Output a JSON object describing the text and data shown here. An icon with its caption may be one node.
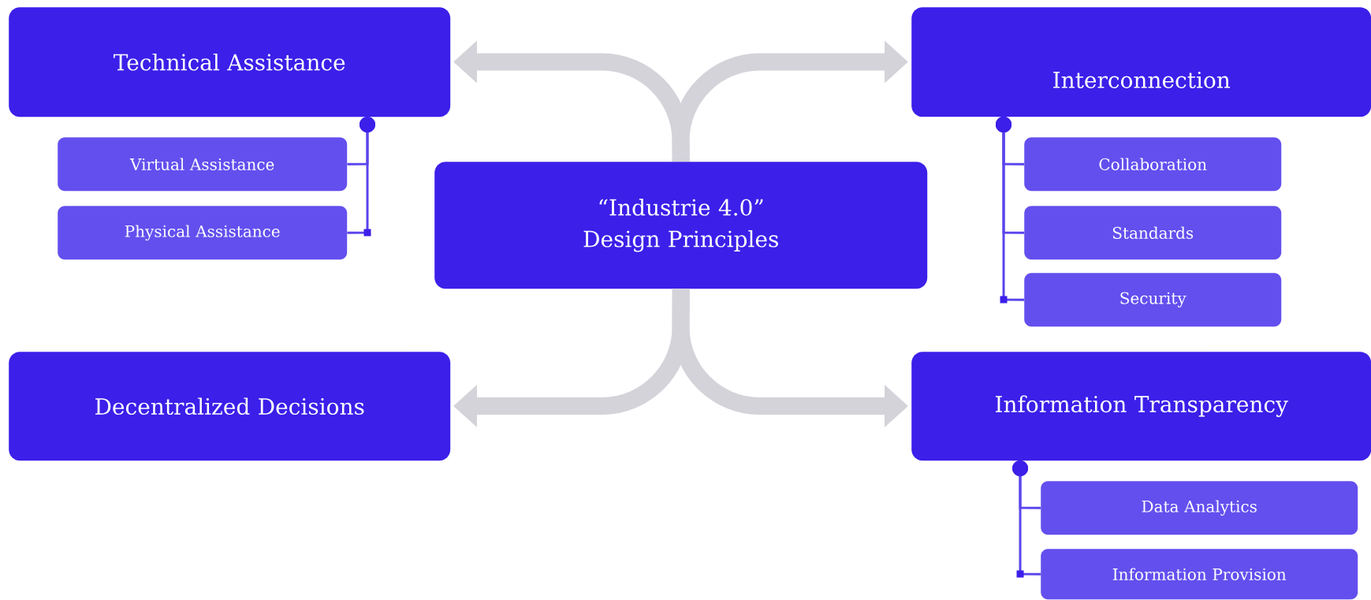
{
  "diagram": {
    "nodes": [
      {
        "text": [
          "Technical Assistance"
        ]
      },
      {
        "text": [
          "Virtual Assistance"
        ]
      },
      {
        "text": [
          "Physical Assistance"
        ]
      },
      {
        "text": [
          "Interconnection"
        ]
      },
      {
        "text": [
          "Collaboration"
        ]
      },
      {
        "text": [
          "Standards"
        ]
      },
      {
        "text": [
          "Security"
        ]
      },
      {
        "text": [
          "“Industrie 4.0”",
          "Design Principles"
        ]
      },
      {
        "text": [
          "Decentralized Decisions"
        ]
      },
      {
        "text": [
          "Information Transparency"
        ]
      },
      {
        "text": [
          "Data Analytics"
        ]
      },
      {
        "text": [
          "Information Provision"
        ]
      }
    ],
    "edges": [
      {
        "from": 7,
        "to": 0,
        "arrow": "to",
        "style": "thick",
        "color": "#d4d3da"
      },
      {
        "from": 7,
        "to": 3,
        "arrow": "to",
        "style": "thick",
        "color": "#d4d3da"
      },
      {
        "from": 7,
        "to": 8,
        "arrow": "to",
        "style": "thick",
        "color": "#d4d3da"
      },
      {
        "from": 7,
        "to": 9,
        "arrow": "to",
        "style": "thick",
        "color": "#d4d3da"
      },
      {
        "from": 0,
        "to": 1,
        "arrow": "other"
      },
      {
        "from": 0,
        "to": 2,
        "arrow": "other"
      },
      {
        "from": 3,
        "to": 4,
        "arrow": "other"
      },
      {
        "from": 3,
        "to": 5,
        "arrow": "other"
      },
      {
        "from": 3,
        "to": 6,
        "arrow": "other"
      },
      {
        "from": 9,
        "to": 10,
        "arrow": "other"
      },
      {
        "from": 9,
        "to": 11,
        "arrow": "other"
      }
    ]
  }
}
